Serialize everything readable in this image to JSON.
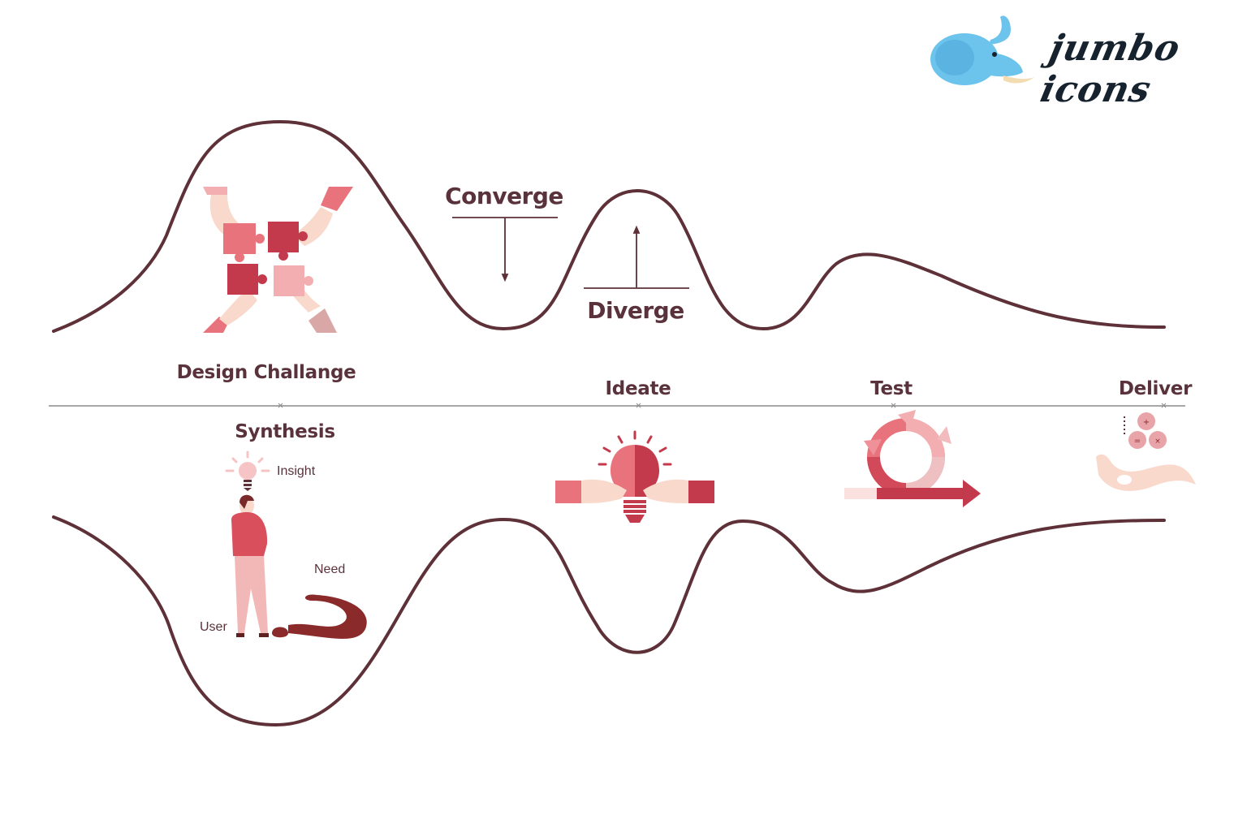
{
  "brand": {
    "name": "jumbo icons",
    "logo_icon": "elephant-icon",
    "logo_color": "#6cc3ec"
  },
  "colors": {
    "curve": "#5e3038",
    "text": "#5a323c",
    "axis": "#8a8a8a",
    "accent_dark": "#c23a4c",
    "accent_mid": "#e9737c",
    "accent_light": "#f2aeb0",
    "skin": "#f9d9cc"
  },
  "diagram": {
    "converge_label": "Converge",
    "diverge_label": "Diverge",
    "stages_top": [
      {
        "label": "Design Challange",
        "icon": "puzzle-hands-icon"
      },
      {
        "label": "Ideate",
        "icon": "lightbulb-puzzle-icon"
      },
      {
        "label": "Test",
        "icon": "iteration-cycle-icon"
      },
      {
        "label": "Deliver",
        "icon": "hand-delivery-icon"
      }
    ],
    "synthesis": {
      "label": "Synthesis",
      "insight_label": "Insight",
      "need_label": "Need",
      "user_label": "User",
      "icon": "thinking-user-icon"
    }
  }
}
